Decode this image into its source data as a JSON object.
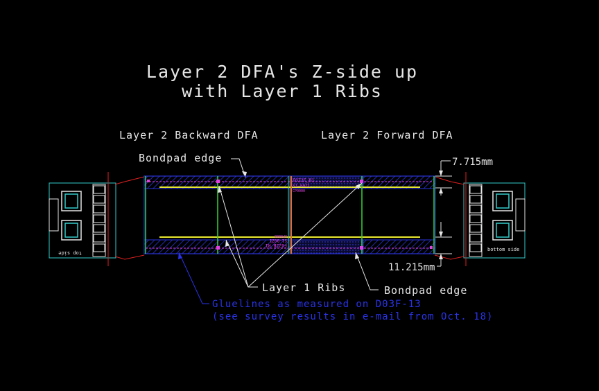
{
  "title": {
    "line1": "Layer 2 DFA's Z-side up",
    "line2": "with Layer 1 Ribs"
  },
  "section_labels": {
    "backward": "Layer 2 Backward DFA",
    "forward": "Layer 2 Forward DFA"
  },
  "annotations": {
    "bondpad_edge_top": "Bondpad edge",
    "bondpad_edge_bottom": "Bondpad edge",
    "layer1_ribs": "Layer 1 Ribs",
    "gluelines_line1": "Gluelines as measured on D03F-13",
    "gluelines_line2": "(see survey results in e-mail from Oct. 18)"
  },
  "dimensions": {
    "top": "7.715mm",
    "bottom": "11.215mm"
  },
  "end_labels": {
    "left": "top side",
    "right": "bottom side"
  },
  "small_labels": {
    "top_id": "F0Z2F_R1",
    "top_sub": "S1-F0Z1",
    "top_sub2": "CP0000",
    "bottom_id": "F0Z2B_R1",
    "bottom_sub": "S1-B0Z1",
    "bottom_sub2": "CP0000"
  },
  "colors": {
    "text": "#e6e6e6",
    "blue": "#2a33d8",
    "glue_text": "#2a33e8",
    "green": "#33cc33",
    "yellow": "#e8e830",
    "red": "#e02020",
    "cyan": "#33cccc",
    "magenta": "#e040e0"
  }
}
